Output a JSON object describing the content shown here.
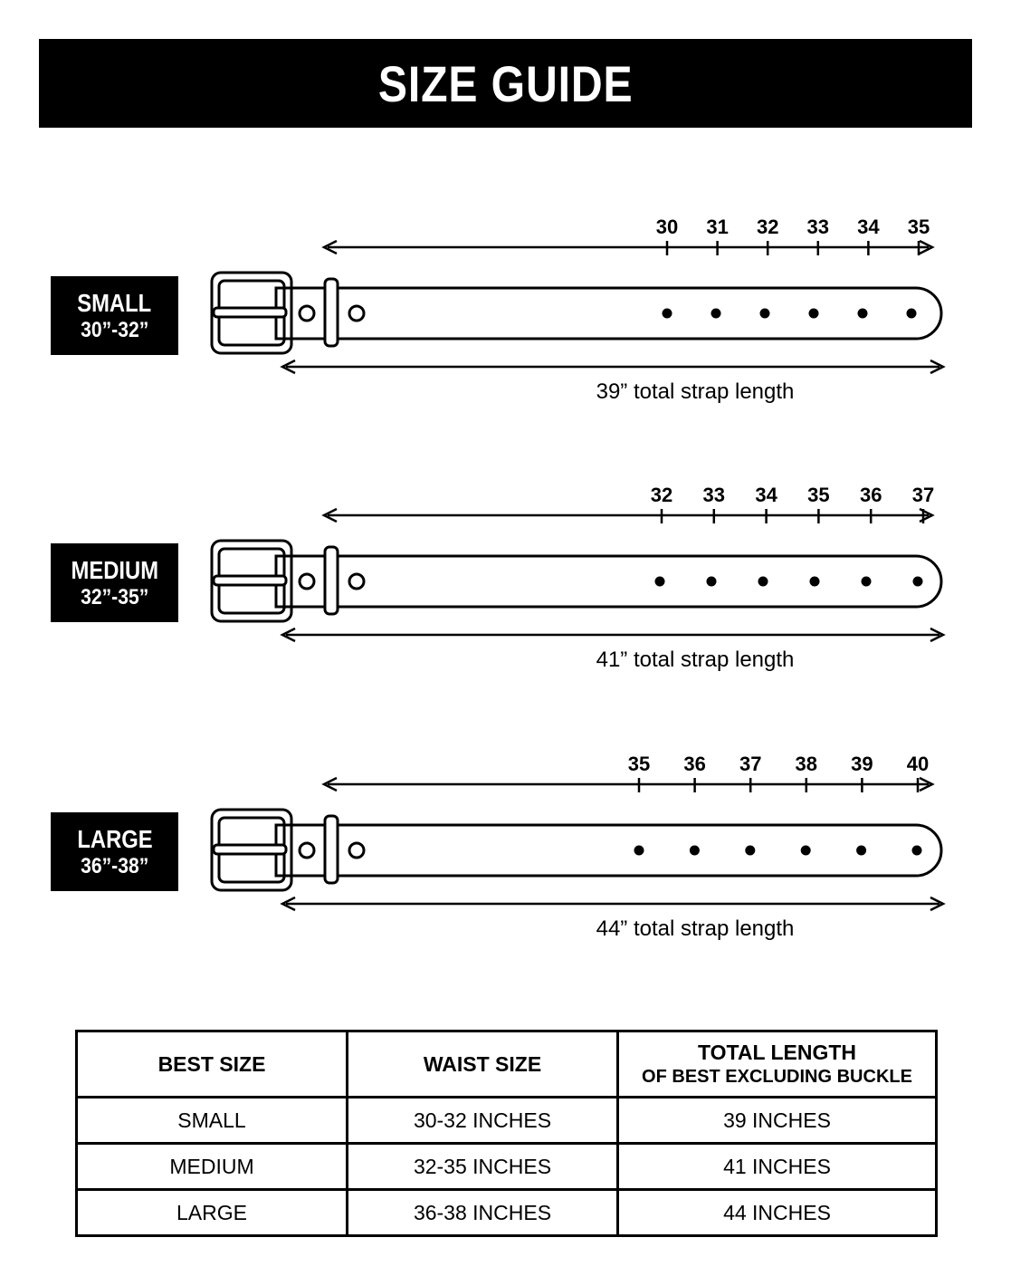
{
  "title": "SIZE GUIDE",
  "belts": [
    {
      "label_name": "SMALL",
      "label_range": "30”-32”",
      "ticks": [
        "30",
        "31",
        "32",
        "33",
        "34",
        "35"
      ],
      "strap_length": "39” total strap length"
    },
    {
      "label_name": "MEDIUM",
      "label_range": "32”-35”",
      "ticks": [
        "32",
        "33",
        "34",
        "35",
        "36",
        "37"
      ],
      "strap_length": "41” total strap length"
    },
    {
      "label_name": "LARGE",
      "label_range": "36”-38”",
      "ticks": [
        "35",
        "36",
        "37",
        "38",
        "39",
        "40"
      ],
      "strap_length": "44” total strap length"
    }
  ],
  "table": {
    "headers": {
      "best_size": "BEST SIZE",
      "waist_size": "WAIST SIZE",
      "total_length": "TOTAL LENGTH",
      "total_length_sub": "OF BEST EXCLUDING BUCKLE"
    },
    "rows": [
      {
        "size": "SMALL",
        "waist": "30-32 INCHES",
        "length": "39 INCHES"
      },
      {
        "size": "MEDIUM",
        "waist": "32-35 INCHES",
        "length": "41 INCHES"
      },
      {
        "size": "LARGE",
        "waist": "36-38 INCHES",
        "length": "44 INCHES"
      }
    ]
  },
  "colors": {
    "ink": "#000000",
    "paper": "#ffffff"
  }
}
